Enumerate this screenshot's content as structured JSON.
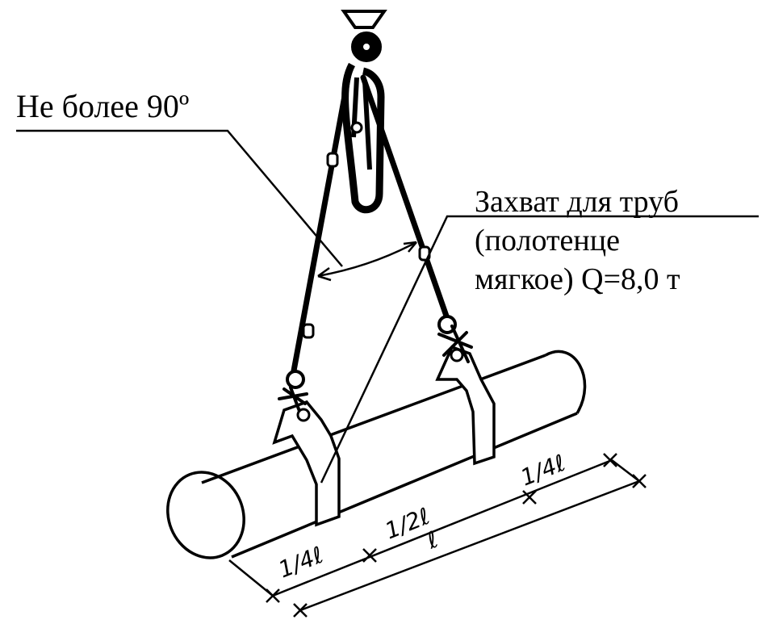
{
  "labels": {
    "angle": "Не более 90º",
    "grip_line1": "Захват для труб",
    "grip_line2": "(полотенце",
    "grip_line3": "мягкое) Q=8,0 т"
  },
  "dimensions": {
    "quarter_left": "1/4ℓ",
    "half": "1/2ℓ",
    "quarter_right": "1/4ℓ",
    "total": "ℓ"
  },
  "colors": {
    "ink": "#000000",
    "paper": "#ffffff"
  }
}
